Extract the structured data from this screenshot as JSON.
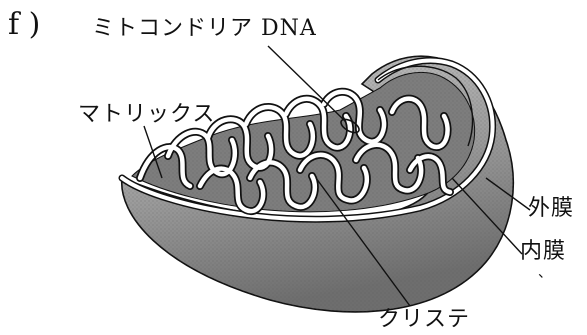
{
  "figure": {
    "part_label": "f )",
    "labels": {
      "mito_dna": "ミトコンドリア DNA",
      "matrix": "マトリックス",
      "outer_membrane": "外膜",
      "inner_membrane": "内膜",
      "cristae": "クリステ",
      "stray_mark": "、"
    }
  },
  "colors": {
    "ink": "#111111",
    "shell_fill": "#9a9a9a",
    "shell_light": "#c8c8c8",
    "cavity_fill": "#7d7d7d",
    "membrane_fill": "#ffffff"
  }
}
